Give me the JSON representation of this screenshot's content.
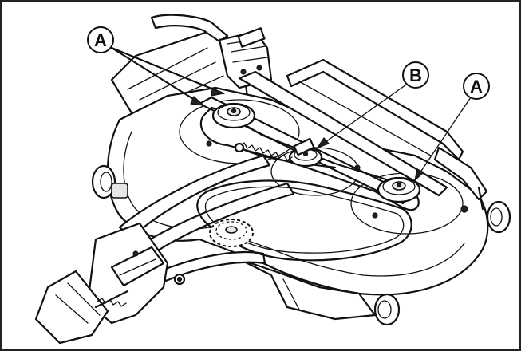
{
  "callouts": [
    {
      "id": "a_left",
      "label": "A"
    },
    {
      "id": "b",
      "label": "B"
    },
    {
      "id": "a_right",
      "label": "A"
    }
  ]
}
